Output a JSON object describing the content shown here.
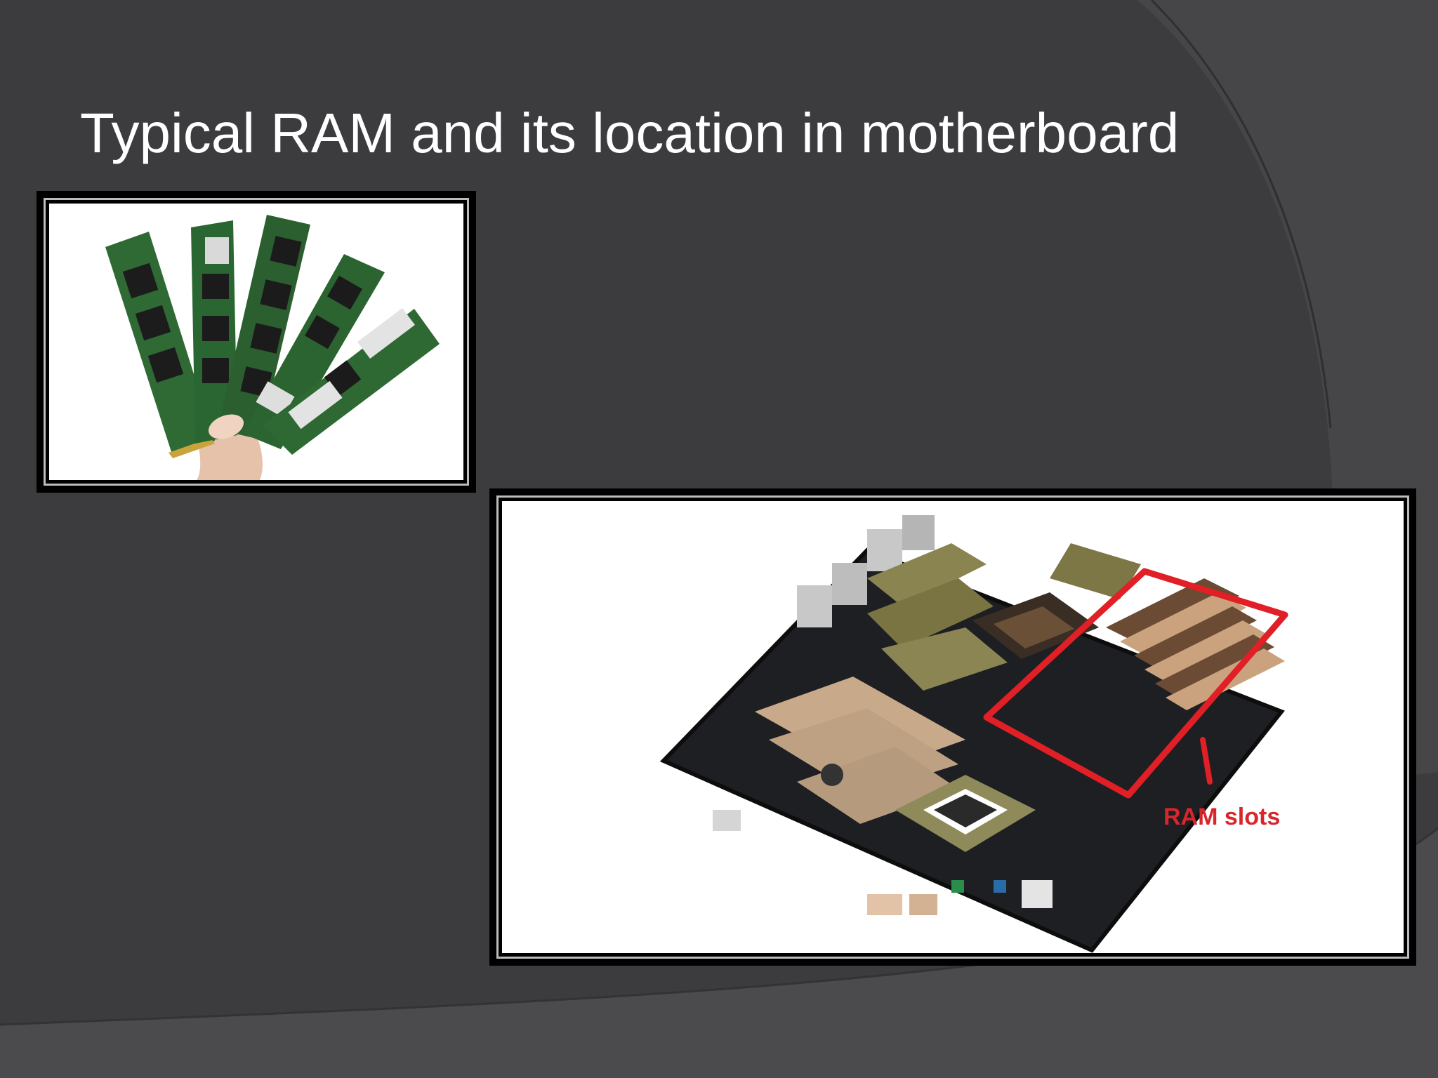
{
  "slide": {
    "title": "Typical RAM and its location in motherboard"
  },
  "images": {
    "ram_photo": {
      "description_icon": "ram-modules-photo"
    },
    "motherboard_photo": {
      "callout_label": "RAM slots"
    }
  },
  "colors": {
    "background": "#3c3b3d",
    "arc": "#4a494b",
    "title": "#ffffff",
    "callout": "#d7262c"
  }
}
